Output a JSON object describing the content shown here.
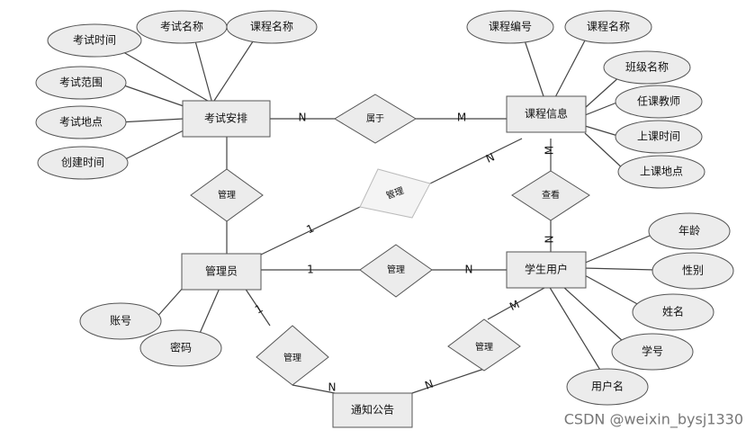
{
  "entities": {
    "exam": "考试安排",
    "course": "课程信息",
    "admin": "管理员",
    "student": "学生用户",
    "notice": "通知公告"
  },
  "relationships": {
    "belongs": "属于",
    "manage_exam": "管理",
    "manage_course": "管理",
    "manage_student": "管理",
    "view": "查看",
    "manage_notice_admin": "管理",
    "manage_notice_student": "管理"
  },
  "attributes": {
    "exam": [
      "考试时间",
      "考试名称",
      "课程名称",
      "考试范围",
      "考试地点",
      "创建时间"
    ],
    "course": [
      "课程编号",
      "课程名称",
      "班级名称",
      "任课教师",
      "上课时间",
      "上课地点"
    ],
    "student": [
      "年龄",
      "性别",
      "姓名",
      "学号",
      "用户名"
    ],
    "admin": [
      "账号",
      "密码"
    ]
  },
  "cardinalities": {
    "exam_belongs": "N",
    "belongs_course": "M",
    "course_view": "M",
    "view_student": "N",
    "admin_manage_course": "1",
    "manage_course_n": "N",
    "admin_manage_student": "1",
    "manage_student_n": "N",
    "admin_manage_notice": "1",
    "notice_n_left": "N",
    "notice_n_right": "N",
    "student_m_notice": "M"
  },
  "watermark": "CSDN @weixin_bysj1330"
}
